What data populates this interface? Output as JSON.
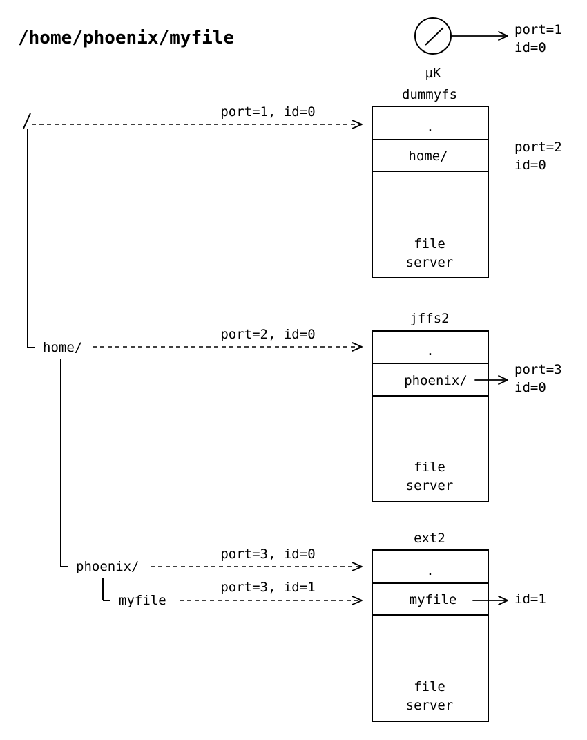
{
  "title": "/home/phoenix/myfile",
  "microkernel": {
    "label": "µK",
    "port_line1": "port=1",
    "port_line2": "id=0"
  },
  "servers": [
    {
      "name": "dummyfs",
      "entries": [
        ".",
        "home/"
      ],
      "footer_line1": "file",
      "footer_line2": "server",
      "side_line1": "port=2",
      "side_line2": "id=0"
    },
    {
      "name": "jffs2",
      "entries": [
        ".",
        "phoenix/"
      ],
      "footer_line1": "file",
      "footer_line2": "server",
      "side_line1": "port=3",
      "side_line2": "id=0"
    },
    {
      "name": "ext2",
      "entries": [
        ".",
        "myfile"
      ],
      "footer_line1": "file",
      "footer_line2": "server",
      "side_line1": "id=1"
    }
  ],
  "tree": {
    "root": "/",
    "home": "home/",
    "phoenix": "phoenix/",
    "myfile": "myfile"
  },
  "links": [
    "port=1, id=0",
    "port=2, id=0",
    "port=3, id=0",
    "port=3, id=1"
  ]
}
